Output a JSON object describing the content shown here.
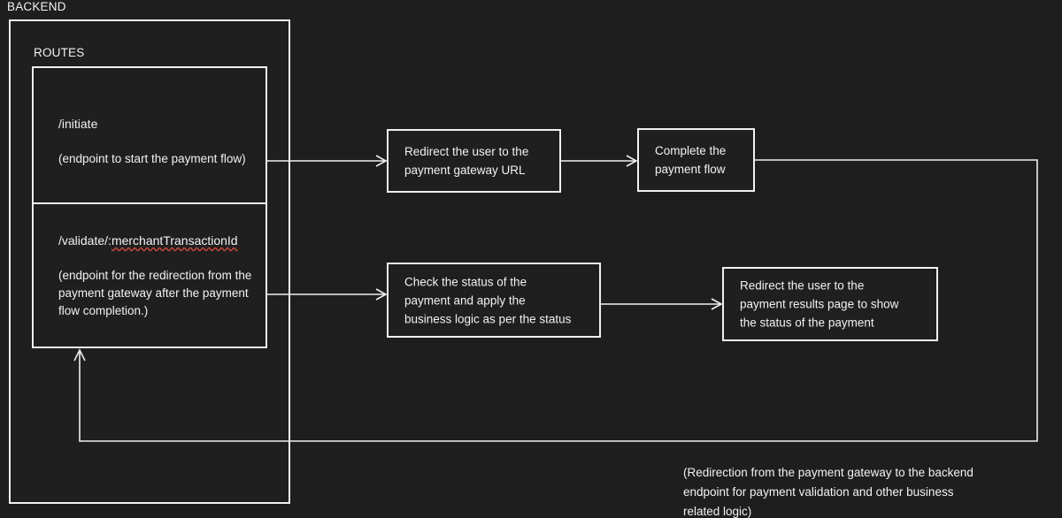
{
  "diagram": {
    "background_color": "#1e1e1e",
    "line_color": "#f0f0f0",
    "text_color": "#f2f2f2",
    "spellcheck_color": "#d14836"
  },
  "backend": {
    "title": "BACKEND",
    "routes": {
      "title": "ROUTES",
      "items": [
        {
          "path": "/initiate",
          "description": "(endpoint to start the\npayment flow)",
          "spellchecked": false
        },
        {
          "path": "/validate/:merchantTransactionId",
          "path_plain": "/validate/:",
          "path_flagged": "merchantTransactionId",
          "description": "(endpoint for the redirection from\nthe payment gateway after the\npayment flow completion.)",
          "spellchecked": true
        }
      ]
    }
  },
  "processes": [
    {
      "id": "redirect-gateway",
      "text": "Redirect the user to the\npayment gateway URL"
    },
    {
      "id": "complete-flow",
      "text": "Complete the\npayment flow"
    },
    {
      "id": "check-status",
      "text": "Check the status of the\npayment and apply the\nbusiness logic as per the status"
    },
    {
      "id": "redirect-results",
      "text": "Redirect the user to the\npayment results page to show\nthe status of the payment"
    }
  ],
  "annotations": {
    "feedback_loop": "(Redirection from the payment gateway to the backend\nendpoint for payment validation and other business\nrelated logic)"
  },
  "flows": [
    {
      "from": "/initiate",
      "to": "redirect-gateway"
    },
    {
      "from": "redirect-gateway",
      "to": "complete-flow"
    },
    {
      "from": "complete-flow",
      "to": "/validate/:merchantTransactionId"
    },
    {
      "from": "/validate/:merchantTransactionId",
      "to": "check-status"
    },
    {
      "from": "check-status",
      "to": "redirect-results"
    }
  ]
}
